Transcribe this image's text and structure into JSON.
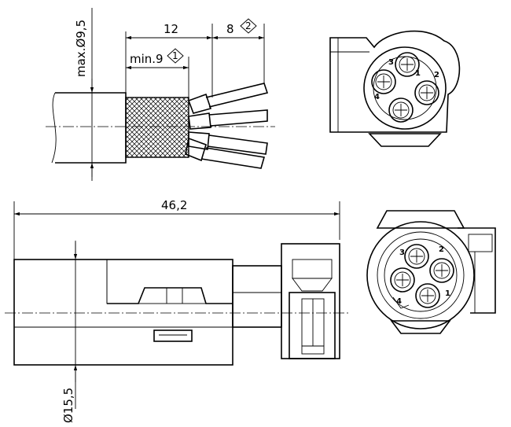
{
  "dimensions": {
    "max_diameter": "max.Ø9,5",
    "strip_length": "12",
    "min_strip": "min.9",
    "wire_strip": "8",
    "overall_length": "46,2",
    "body_diameter": "Ø15,5"
  },
  "notes": {
    "note_1": "1",
    "note_2": "2"
  },
  "pin_labels_top": [
    "1",
    "2",
    "3",
    "4"
  ],
  "pin_labels_bottom": [
    "1",
    "2",
    "3",
    "4"
  ]
}
